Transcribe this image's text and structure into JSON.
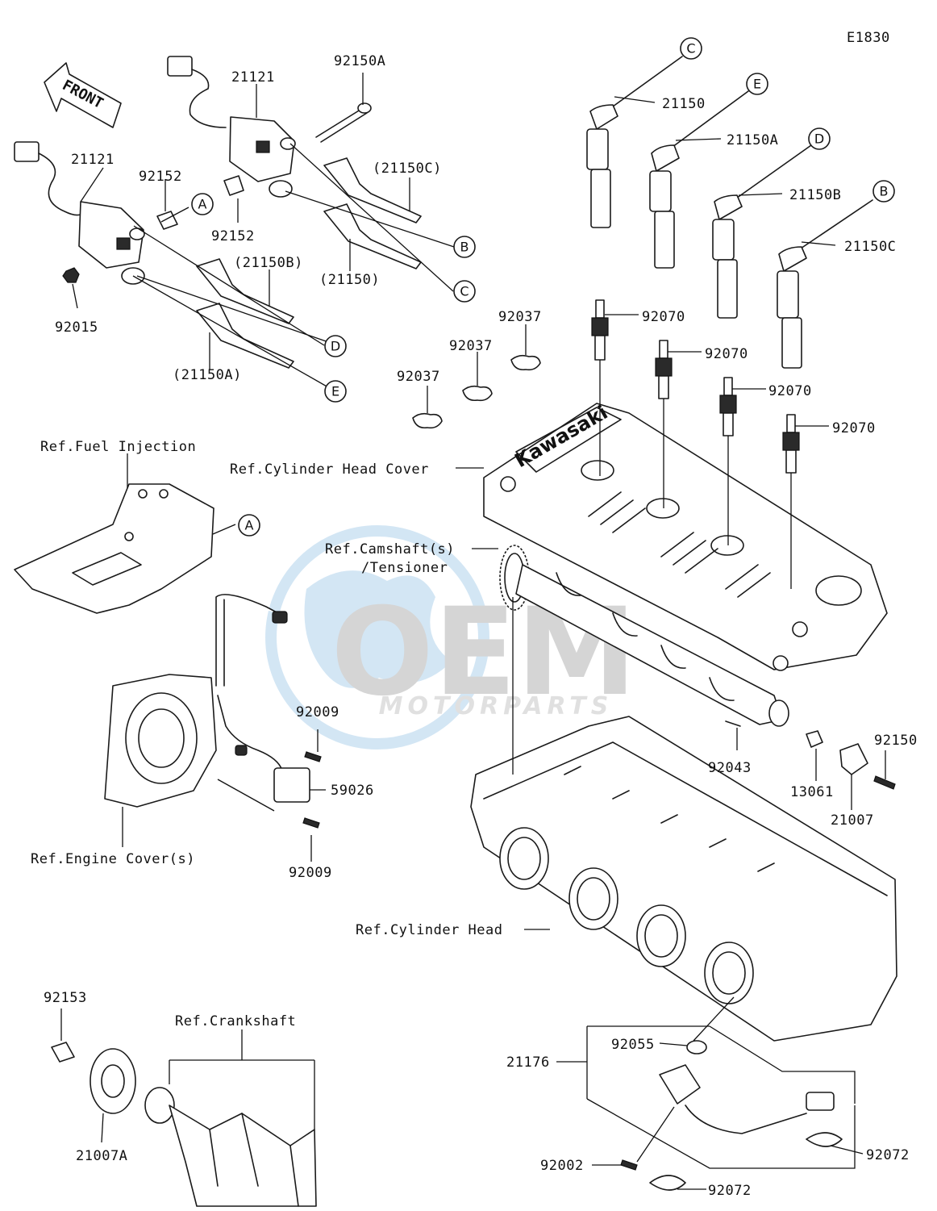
{
  "diagram_code": "E1830",
  "front_label": "FRONT",
  "coil_brand": "Kawasaki",
  "watermark": {
    "logo": "OEM",
    "sub": "MOTORPARTS"
  },
  "callouts": {
    "a": "A",
    "b": "B",
    "c": "C",
    "d": "D",
    "e": "E"
  },
  "parts": {
    "p21121a": "21121",
    "p21121b": "21121",
    "p92150a": "92150A",
    "p92152a": "92152",
    "p92152b": "92152",
    "p21150c_paren": "(21150C)",
    "p21150_paren": "(21150)",
    "p21150b_paren": "(21150B)",
    "p21150a_paren": "(21150A)",
    "p92015": "92015",
    "p21150": "21150",
    "p21150a": "21150A",
    "p21150b": "21150B",
    "p21150c": "21150C",
    "p92037a": "92037",
    "p92037b": "92037",
    "p92037c": "92037",
    "p92070a": "92070",
    "p92070b": "92070",
    "p92070c": "92070",
    "p92070d": "92070",
    "p92009a": "92009",
    "p92009b": "92009",
    "p59026": "59026",
    "p92043": "92043",
    "p13061": "13061",
    "p21007": "21007",
    "p92150": "92150",
    "p92153": "92153",
    "p21007a": "21007A",
    "p21176": "21176",
    "p92055": "92055",
    "p92002": "92002",
    "p92072a": "92072",
    "p92072b": "92072"
  },
  "refs": {
    "fuel_injection": "Ref.Fuel Injection",
    "cylinder_head_cover": "Ref.Cylinder Head Cover",
    "camshaft_line1": "Ref.Camshaft(s)",
    "camshaft_line2": "/Tensioner",
    "engine_cover": "Ref.Engine Cover(s)",
    "cylinder_head": "Ref.Cylinder Head",
    "crankshaft": "Ref.Crankshaft"
  }
}
